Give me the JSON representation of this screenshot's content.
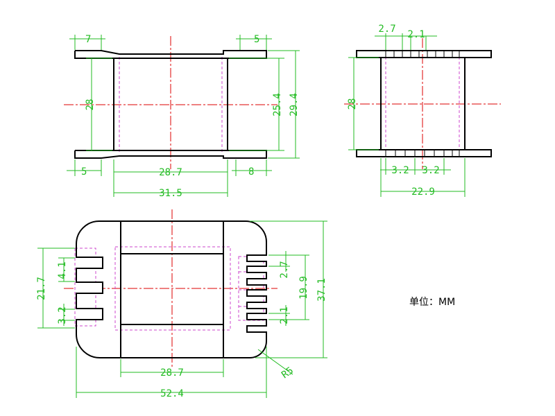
{
  "colors": {
    "outline": "#000000",
    "dimension": "#22bb22",
    "centerline": "#dd0000",
    "hidden": "#cc44cc",
    "background": "#ffffff"
  },
  "views": {
    "front": {
      "flange_left": "7",
      "flange_right": "5",
      "height": "28",
      "inner_height": "25.4",
      "outer_height": "29.4",
      "foot_left": "5",
      "foot_right": "8",
      "inner_width": "28.7",
      "body_width": "31.5"
    },
    "side": {
      "pitch_top_a": "2.7",
      "pitch_top_b": "2.1",
      "height": "28",
      "pitch_bottom_a": "3.2",
      "pitch_bottom_b": "3.2",
      "width": "22.9"
    },
    "bottom": {
      "left_span": "21.7",
      "left_pitch": "4.1",
      "left_slot": "3.2",
      "right_pitch": "2.7",
      "right_span": "19.9",
      "right_slot": "2.1",
      "total_height": "37.1",
      "radius": "R5",
      "inner_width": "28.7",
      "total_width": "52.4"
    }
  },
  "unit_label": "单位：MM"
}
